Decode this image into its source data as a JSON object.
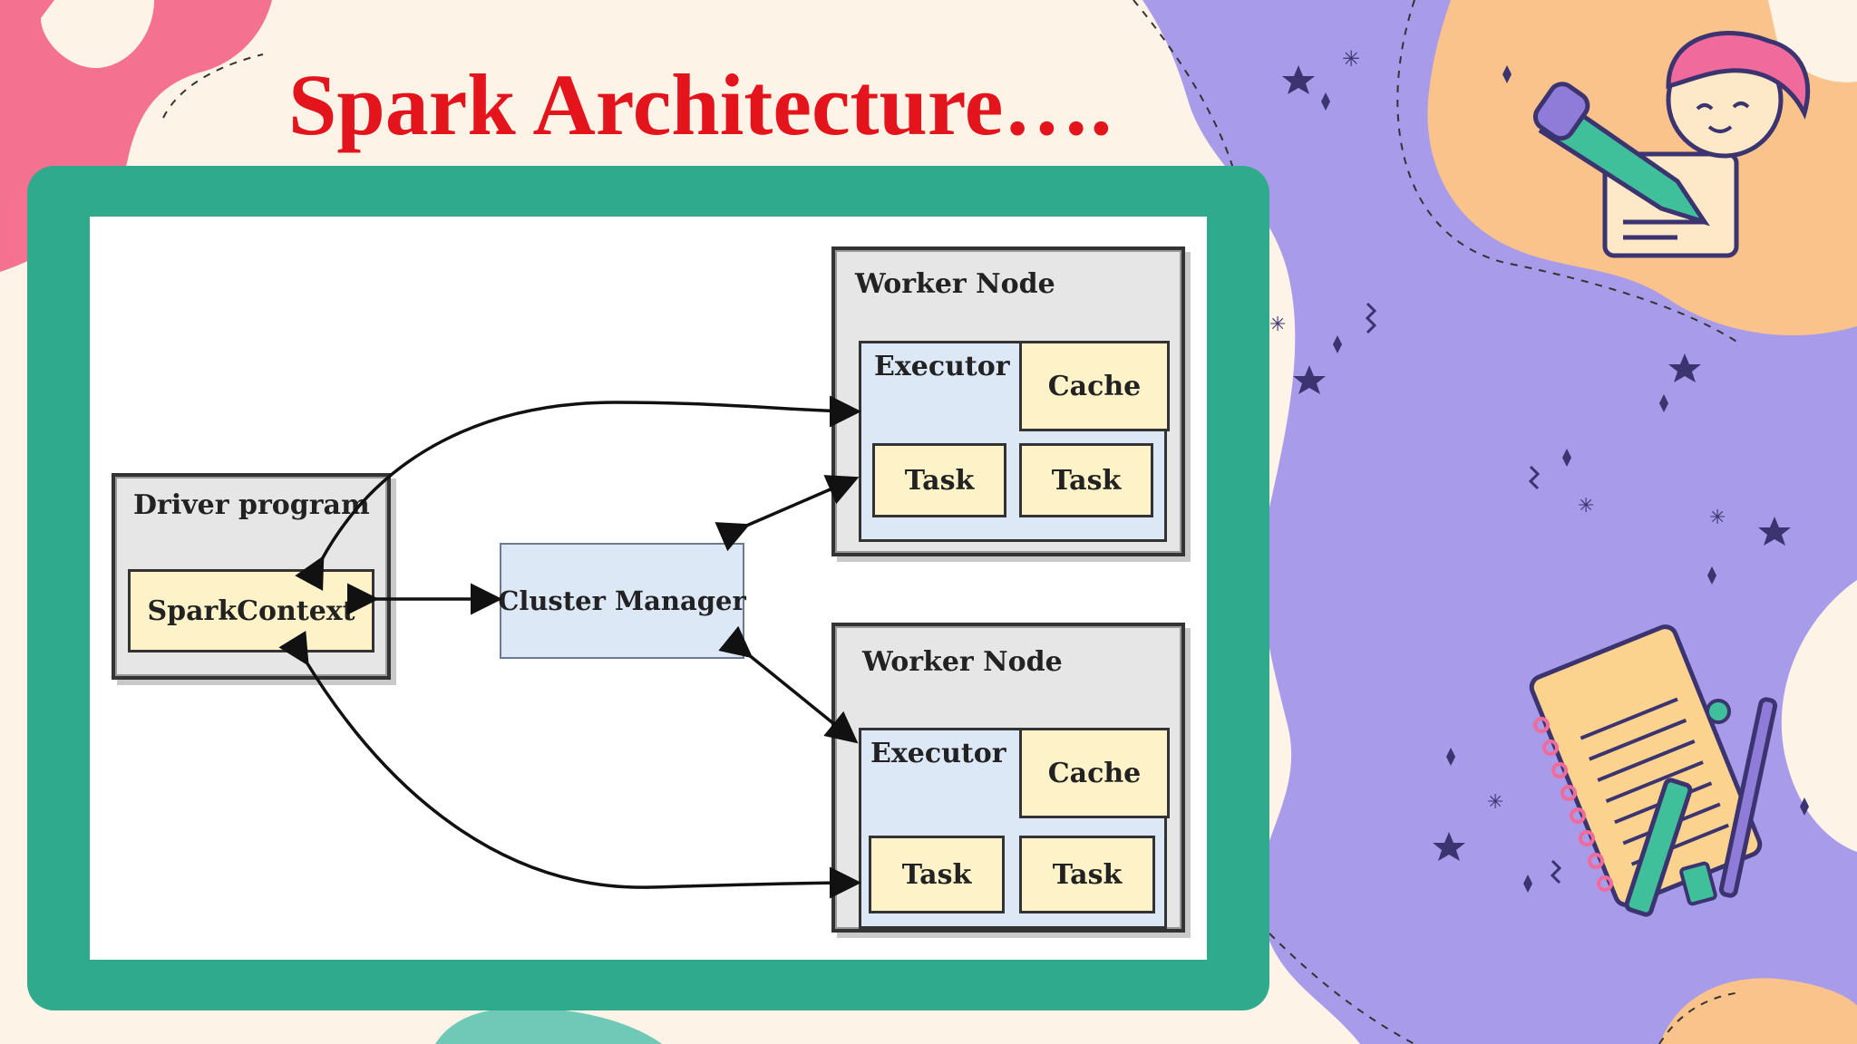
{
  "slide": {
    "title": "Spark Architecture…."
  },
  "diagram": {
    "driver": {
      "title": "Driver program",
      "context": "SparkContext"
    },
    "cluster_manager": "Cluster Manager",
    "worker_nodes": [
      {
        "title": "Worker Node",
        "executor": "Executor",
        "cache": "Cache",
        "tasks": [
          "Task",
          "Task"
        ]
      },
      {
        "title": "Worker Node",
        "executor": "Executor",
        "cache": "Cache",
        "tasks": [
          "Task",
          "Task"
        ]
      }
    ]
  },
  "colors": {
    "title": "#e3141b",
    "frame": "#2faa8d",
    "purple_blob": "#a89cea",
    "orange_blob": "#f9c38b",
    "pink_blob": "#f4728f",
    "cream": "#fdf3e7",
    "yellow_box": "#fdf2c8",
    "blue_box": "#dce8f5"
  },
  "decorations": [
    "pink-blob",
    "purple-blob",
    "orange-blob",
    "star-icon",
    "sparkle-icon",
    "character-with-marker-illustration",
    "notepad-and-pens-illustration"
  ]
}
